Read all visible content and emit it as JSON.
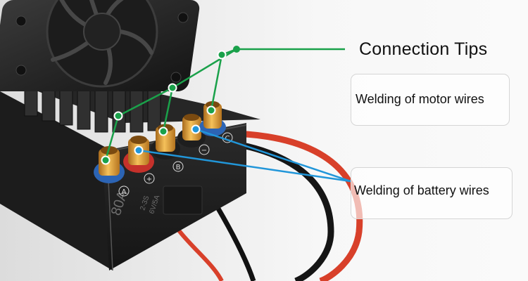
{
  "diagram": {
    "title": "Connection Tips",
    "labels": {
      "motor": "Welding of motor wires",
      "battery": "Welding of battery wires"
    },
    "esc_marking": {
      "rating": "80A",
      "spec_lines": [
        "2-3S",
        "6V/5A"
      ],
      "terminal_marks": [
        "A",
        "+",
        "B",
        "−",
        "C"
      ]
    },
    "colors": {
      "motor_line": "#1aa14a",
      "battery_line": "#2196d9",
      "esc_body": "#232323",
      "connector_gold": "#e2a23a",
      "ring_blue": "#2c64b4",
      "ring_red": "#c5312b",
      "wire_red": "#d8402a"
    }
  }
}
